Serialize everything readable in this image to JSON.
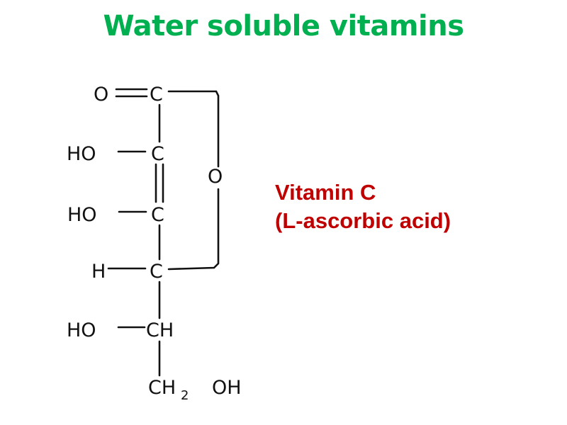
{
  "title": "Water soluble vitamins",
  "label": {
    "line1": "Vitamin C",
    "line2": "(L-ascorbic acid)"
  },
  "atoms": {
    "o_carbonyl": "O",
    "c1": "C",
    "ho_2": "HO",
    "c2": "C",
    "ring_o": "O",
    "ho_3": "HO",
    "c3": "C",
    "h_4": "H",
    "c4": "C",
    "ho_5": "HO",
    "ch_5": "CH",
    "ch2oh_c": "CH",
    "ch2oh_sub": "2",
    "ch2oh_oh": "OH"
  },
  "colors": {
    "title": "#00B050",
    "label": "#C00000",
    "structure": "#111111"
  }
}
